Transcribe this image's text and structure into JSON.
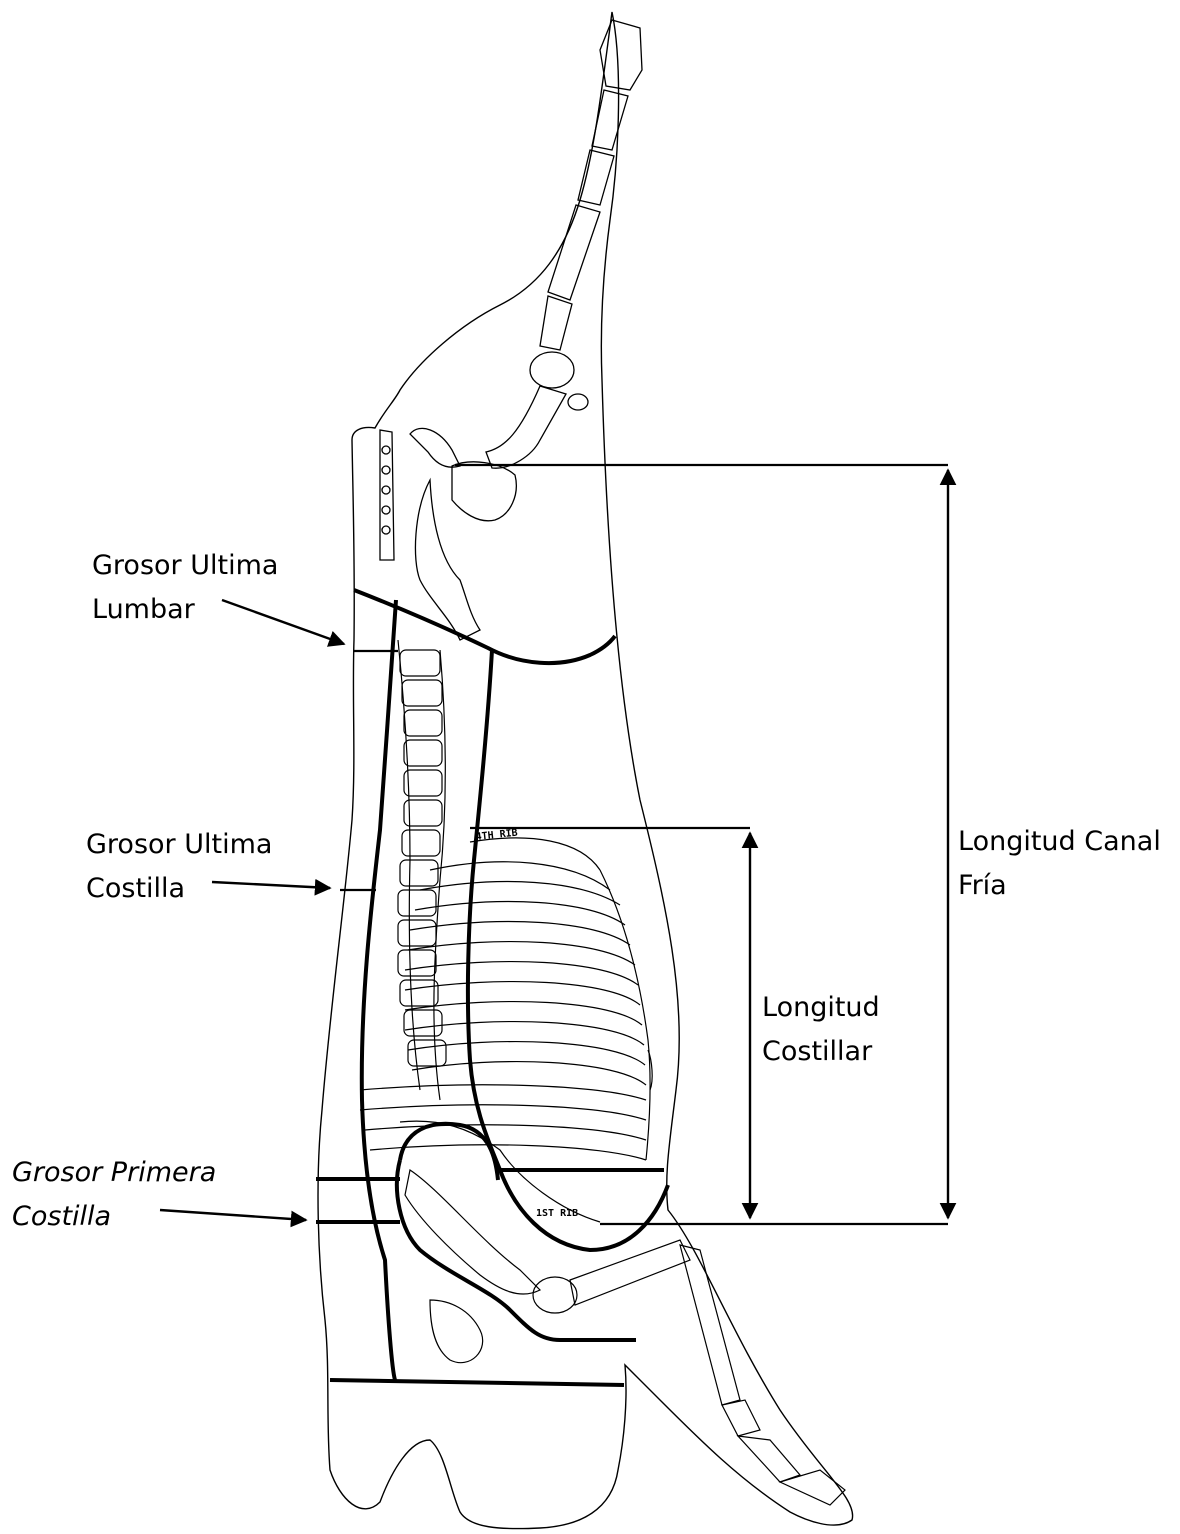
{
  "labels": {
    "grosor_ultima_lumbar": {
      "line1": "Grosor Ultima",
      "line2": "Lumbar"
    },
    "grosor_ultima_costilla": {
      "line1": "Grosor Ultima",
      "line2": "Costilla"
    },
    "grosor_primera_costilla": {
      "line1": "Grosor Primera",
      "line2": "Costilla"
    },
    "longitud_canal_fria": {
      "line1": "Longitud Canal",
      "line2": "Fría"
    },
    "longitud_costillar": {
      "line1": "Longitud",
      "line2": "Costillar"
    }
  },
  "rib_markers": {
    "last_rib": "4TH RIB",
    "first_rib": "1ST RIB"
  },
  "colors": {
    "line": "#000000",
    "background": "#ffffff"
  }
}
